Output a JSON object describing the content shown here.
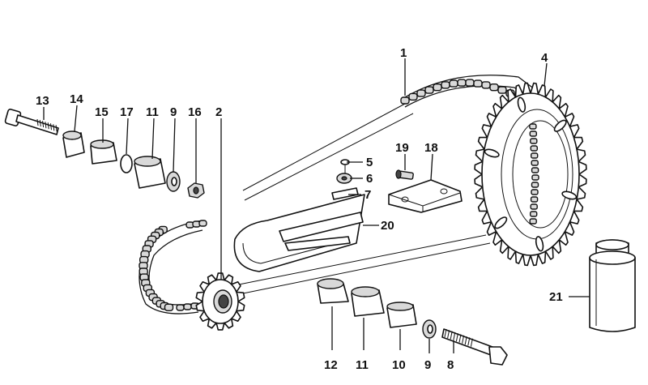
{
  "labels": {
    "c1": "1",
    "c2": "2",
    "c4": "4",
    "c5": "5",
    "c6": "6",
    "c7": "7",
    "c8": "8",
    "c9a": "9",
    "c9b": "9",
    "c10": "10",
    "c11a": "11",
    "c11b": "11",
    "c12": "12",
    "c13": "13",
    "c14": "14",
    "c15": "15",
    "c16": "16",
    "c17": "17",
    "c18": "18",
    "c19": "19",
    "c20": "20",
    "c21": "21"
  }
}
